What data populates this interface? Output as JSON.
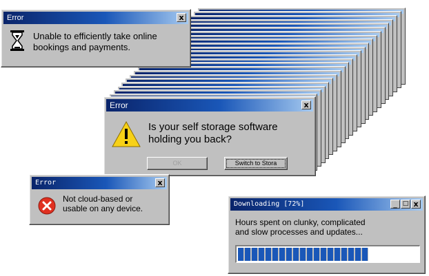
{
  "dialog_top": {
    "title": "Error",
    "close_label": "x",
    "message_line1": "Unable to efficiently take online",
    "message_line2": "bookings and payments."
  },
  "dialog_main": {
    "title": "Error",
    "close_label": "x",
    "message_line1": "Is your self storage software",
    "message_line2": "holding you back?",
    "ok_label": "OK",
    "switch_label": "Switch to Stora"
  },
  "dialog_small": {
    "title": "Error",
    "close_label": "x",
    "message_line1": "Not cloud-based or",
    "message_line2": "usable on any device."
  },
  "dialog_download": {
    "title": "Downloading [72%]",
    "minimize_label": "_",
    "maximize_label": "□",
    "close_label": "x",
    "message_line1": "Hours spent on clunky, complicated",
    "message_line2": "and slow processes and updates...",
    "progress_percent": 72
  },
  "colors": {
    "title_start": "#0a246a",
    "title_end": "#a6caf0",
    "progress_fill": "#1a57b8",
    "error_red": "#e03020",
    "warning_yellow": "#f7d117"
  }
}
